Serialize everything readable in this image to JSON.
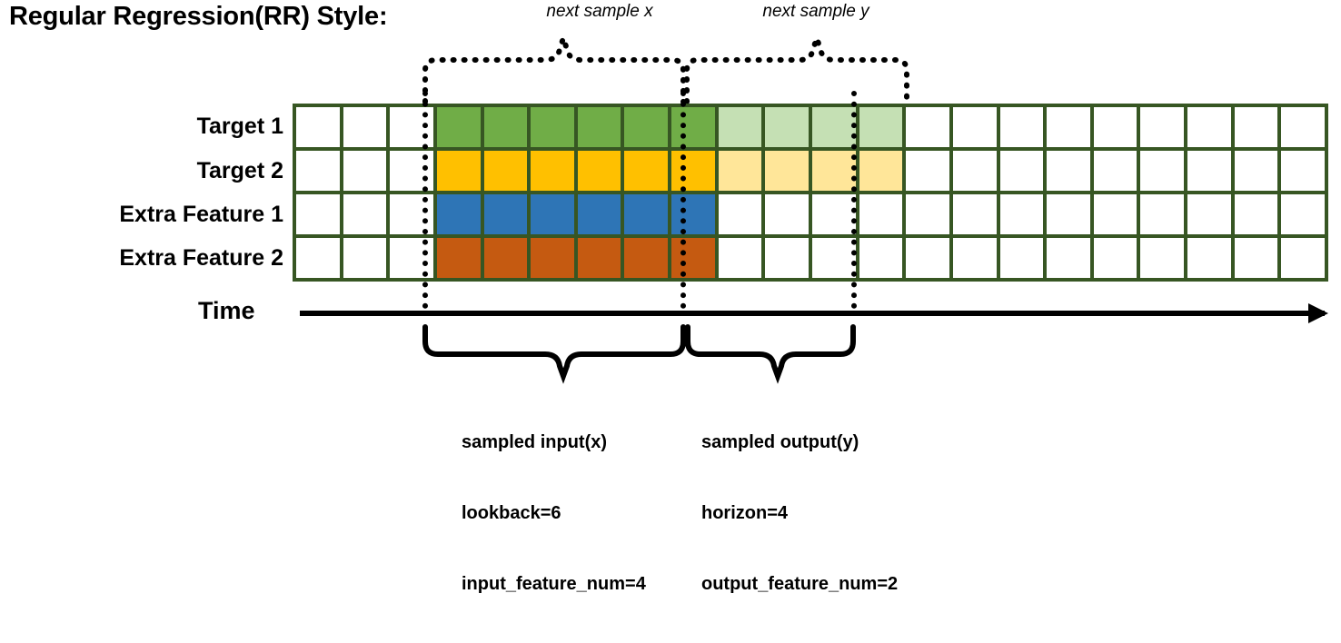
{
  "title": "Regular Regression(RR) Style:",
  "top_annotations": {
    "next_sample_x": "next sample x",
    "next_sample_y": "next sample y"
  },
  "row_labels": [
    "Target 1",
    "Target 2",
    "Extra Feature 1",
    "Extra Feature 2"
  ],
  "axis": {
    "time_label": "Time"
  },
  "captions": {
    "input": {
      "line1": "sampled input(x)",
      "line2": "lookback=6",
      "line3": "input_feature_num=4"
    },
    "output": {
      "line1": "sampled output(y)",
      "line2": "horizon=4",
      "line3": "output_feature_num=2"
    }
  },
  "colors": {
    "grid_border": "#375623",
    "empty": "#ffffff",
    "target1_input": "#70ad47",
    "target1_output": "#c5e0b4",
    "target2_input": "#ffc000",
    "target2_output": "#ffe699",
    "extra1_input": "#2e75b6",
    "extra2_input": "#c55a11",
    "brace": "#000000",
    "axis": "#000000"
  },
  "chart_data": {
    "type": "table",
    "title": "Regular Regression(RR) Style:",
    "columns": 22,
    "rows": 4,
    "lookback": 6,
    "horizon": 4,
    "input_feature_num": 4,
    "output_feature_num": 2,
    "input_start_column": 3,
    "input_end_column": 9,
    "output_start_column": 9,
    "output_end_column": 13,
    "row_fills": [
      {
        "label": "Target 1",
        "cells": [
          "empty",
          "empty",
          "empty",
          "target1_input",
          "target1_input",
          "target1_input",
          "target1_input",
          "target1_input",
          "target1_input",
          "target1_output",
          "target1_output",
          "target1_output",
          "target1_output",
          "empty",
          "empty",
          "empty",
          "empty",
          "empty",
          "empty",
          "empty",
          "empty",
          "empty"
        ]
      },
      {
        "label": "Target 2",
        "cells": [
          "empty",
          "empty",
          "empty",
          "target2_input",
          "target2_input",
          "target2_input",
          "target2_input",
          "target2_input",
          "target2_input",
          "target2_output",
          "target2_output",
          "target2_output",
          "target2_output",
          "empty",
          "empty",
          "empty",
          "empty",
          "empty",
          "empty",
          "empty",
          "empty",
          "empty"
        ]
      },
      {
        "label": "Extra Feature 1",
        "cells": [
          "empty",
          "empty",
          "empty",
          "extra1_input",
          "extra1_input",
          "extra1_input",
          "extra1_input",
          "extra1_input",
          "extra1_input",
          "empty",
          "empty",
          "empty",
          "empty",
          "empty",
          "empty",
          "empty",
          "empty",
          "empty",
          "empty",
          "empty",
          "empty",
          "empty"
        ]
      },
      {
        "label": "Extra Feature 2",
        "cells": [
          "empty",
          "empty",
          "empty",
          "extra2_input",
          "extra2_input",
          "extra2_input",
          "extra2_input",
          "extra2_input",
          "extra2_input",
          "empty",
          "empty",
          "empty",
          "empty",
          "empty",
          "empty",
          "empty",
          "empty",
          "empty",
          "empty",
          "empty",
          "empty",
          "empty"
        ]
      }
    ]
  }
}
